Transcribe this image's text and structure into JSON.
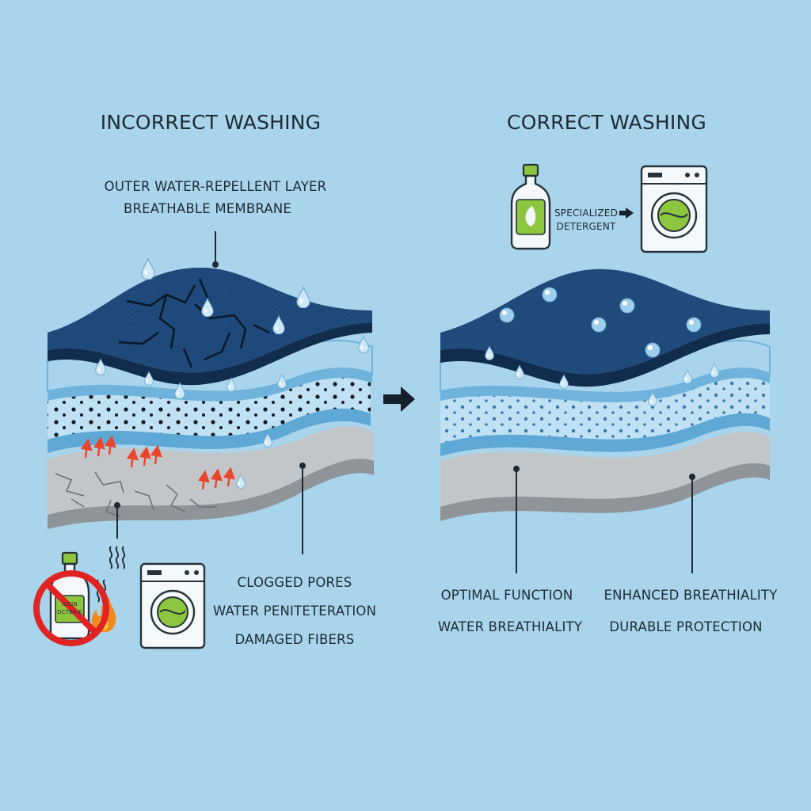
{
  "left": {
    "title": "INCORRECT WASHING",
    "layer_label_1": "OUTER WATER-REPELLENT LAYER",
    "layer_label_2": "BREATHABLE MEMBRANE",
    "bottle_text_1": "ILGIN",
    "bottle_text_2": "DCTBRIE",
    "effects": [
      "CLOGGED PORES",
      "WATER PENITETERATION",
      "DAMAGED FIBERS"
    ]
  },
  "right": {
    "title": "CORRECT WASHING",
    "detergent_label_1": "SPECIALIZED",
    "detergent_label_2": "DETERGENT",
    "benefits_left": [
      "OPTIMAL FUNCTION",
      "WATER BREATHIALITY"
    ],
    "benefits_right": [
      "ENHANCED BREATHIALITY",
      "DURABLE PROTECTION"
    ]
  },
  "colors": {
    "background": "#a8d4ec",
    "outer_layer": "#1e4a7c",
    "membrane": "#7fbde0",
    "liner": "#c3c6c9",
    "eco_green": "#8cc63f",
    "prohibited": "#e02424",
    "heat_arrow": "#e8452c"
  },
  "icons": {
    "bottle": "detergent-bottle-icon",
    "washer": "washing-machine-icon",
    "prohibited": "no-symbol-icon",
    "flame": "flame-icon",
    "steam": "steam-icon",
    "leaf": "leaf-icon",
    "arrow": "right-arrow-icon"
  }
}
